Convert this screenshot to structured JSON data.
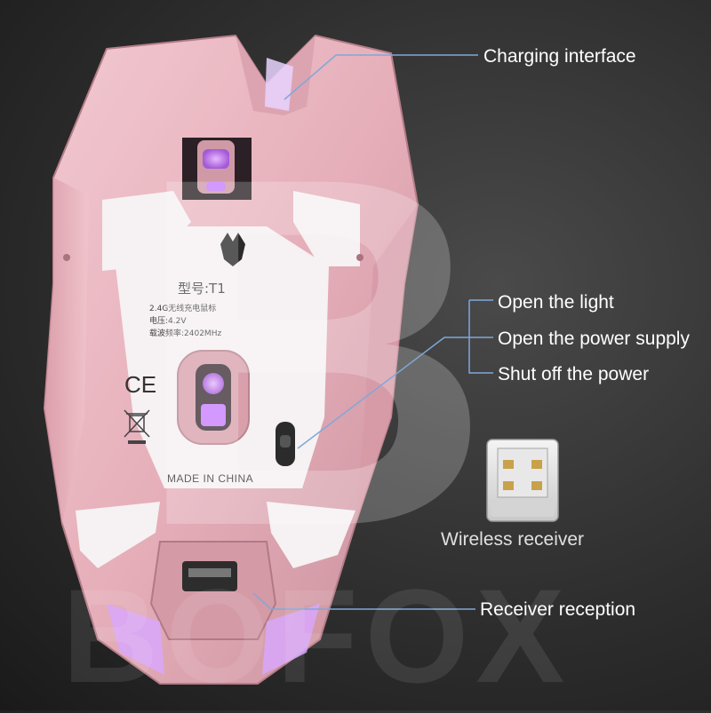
{
  "callouts": {
    "charging": "Charging interface",
    "light": "Open the light",
    "power_on": "Open the power supply",
    "power_off": "Shut off the power",
    "receiver": "Wireless receiver",
    "reception": "Receiver reception"
  },
  "mouse_label": {
    "model": "型号:T1",
    "line1": "2.4G无线充电鼠标",
    "line2": "电压:4.2V",
    "line3": "载波频率:2402MHz",
    "ce_mark": "CE",
    "made_in": "MADE IN CHINA"
  },
  "watermark": {
    "letter": "B",
    "brand": "BOFOX"
  },
  "colors": {
    "mouse_pink": "#e8b4be",
    "mouse_pink_light": "#f3cfd6",
    "mouse_pink_dark": "#c98d99",
    "panel_white": "#f6f1f2",
    "glow_purple": "#c77dff",
    "callout_line": "#7fa8d9"
  },
  "icons": [
    "wolf-logo-icon",
    "ce-mark-icon",
    "weee-bin-icon",
    "usb-port-icon",
    "usb-dongle-icon"
  ]
}
